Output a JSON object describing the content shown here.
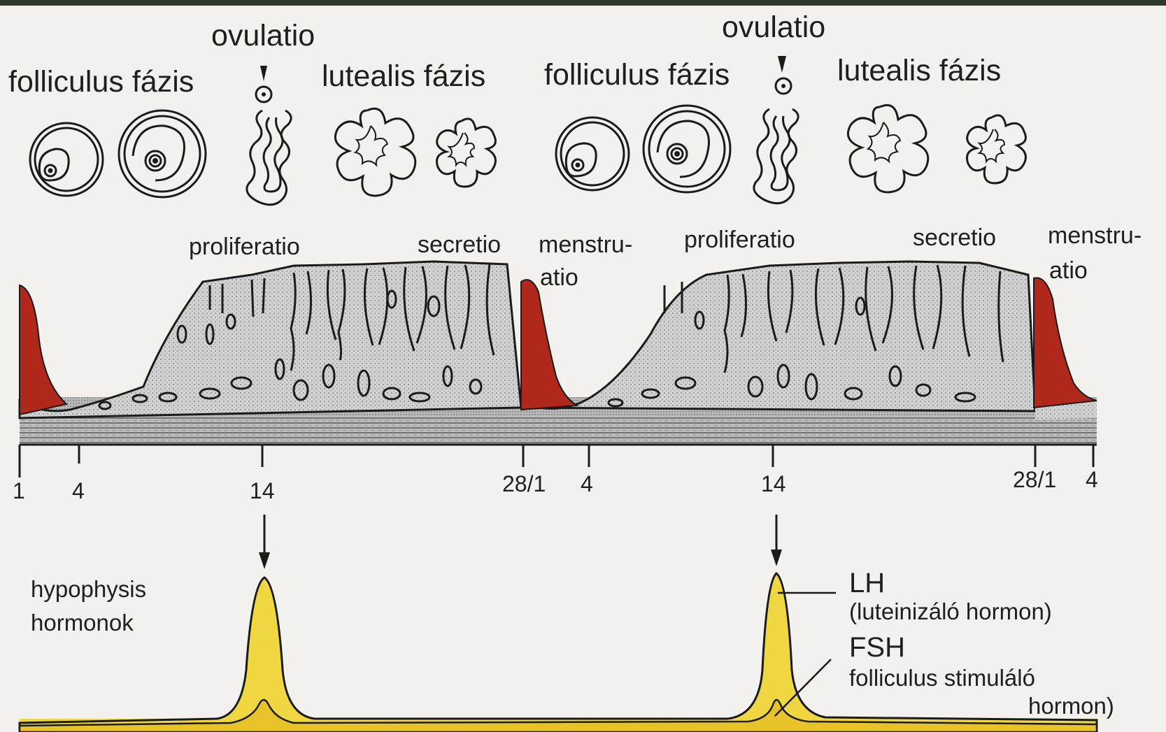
{
  "cycles": [
    {
      "phase_follicular": "folliculus fázis",
      "ovulation": "ovulatio",
      "phase_luteal": "lutealis fázis",
      "stage_proliferation": "proliferatio",
      "stage_secretion": "secretio",
      "stage_menstruation_1": "menstru-",
      "stage_menstruation_2": "atio",
      "day_start": "1",
      "day_4": "4",
      "day_14": "14",
      "day_28": "28/1"
    },
    {
      "phase_follicular": "folliculus fázis",
      "ovulation": "ovulatio",
      "phase_luteal": "lutealis fázis",
      "stage_proliferation": "proliferatio",
      "stage_secretion": "secretio",
      "stage_menstruation_1": "menstru-",
      "stage_menstruation_2": "atio",
      "day_4": "4",
      "day_14": "14",
      "day_28": "28/1",
      "day_end": "4"
    }
  ],
  "hormones": {
    "heading_1": "hypophysis",
    "heading_2": "hormonok",
    "lh_abbr": "LH",
    "lh_full": "(luteinizáló hormon)",
    "fsh_abbr": "FSH",
    "fsh_full_1": "folliculus stimuláló",
    "fsh_full_2": "hormon)"
  },
  "colors": {
    "endometrium": "#c9c9c9",
    "menstrual_blood": "#b0281c",
    "lh_curve": "#f0d640",
    "fsh_curve": "#e7c229",
    "outline": "#1b1b1b"
  }
}
